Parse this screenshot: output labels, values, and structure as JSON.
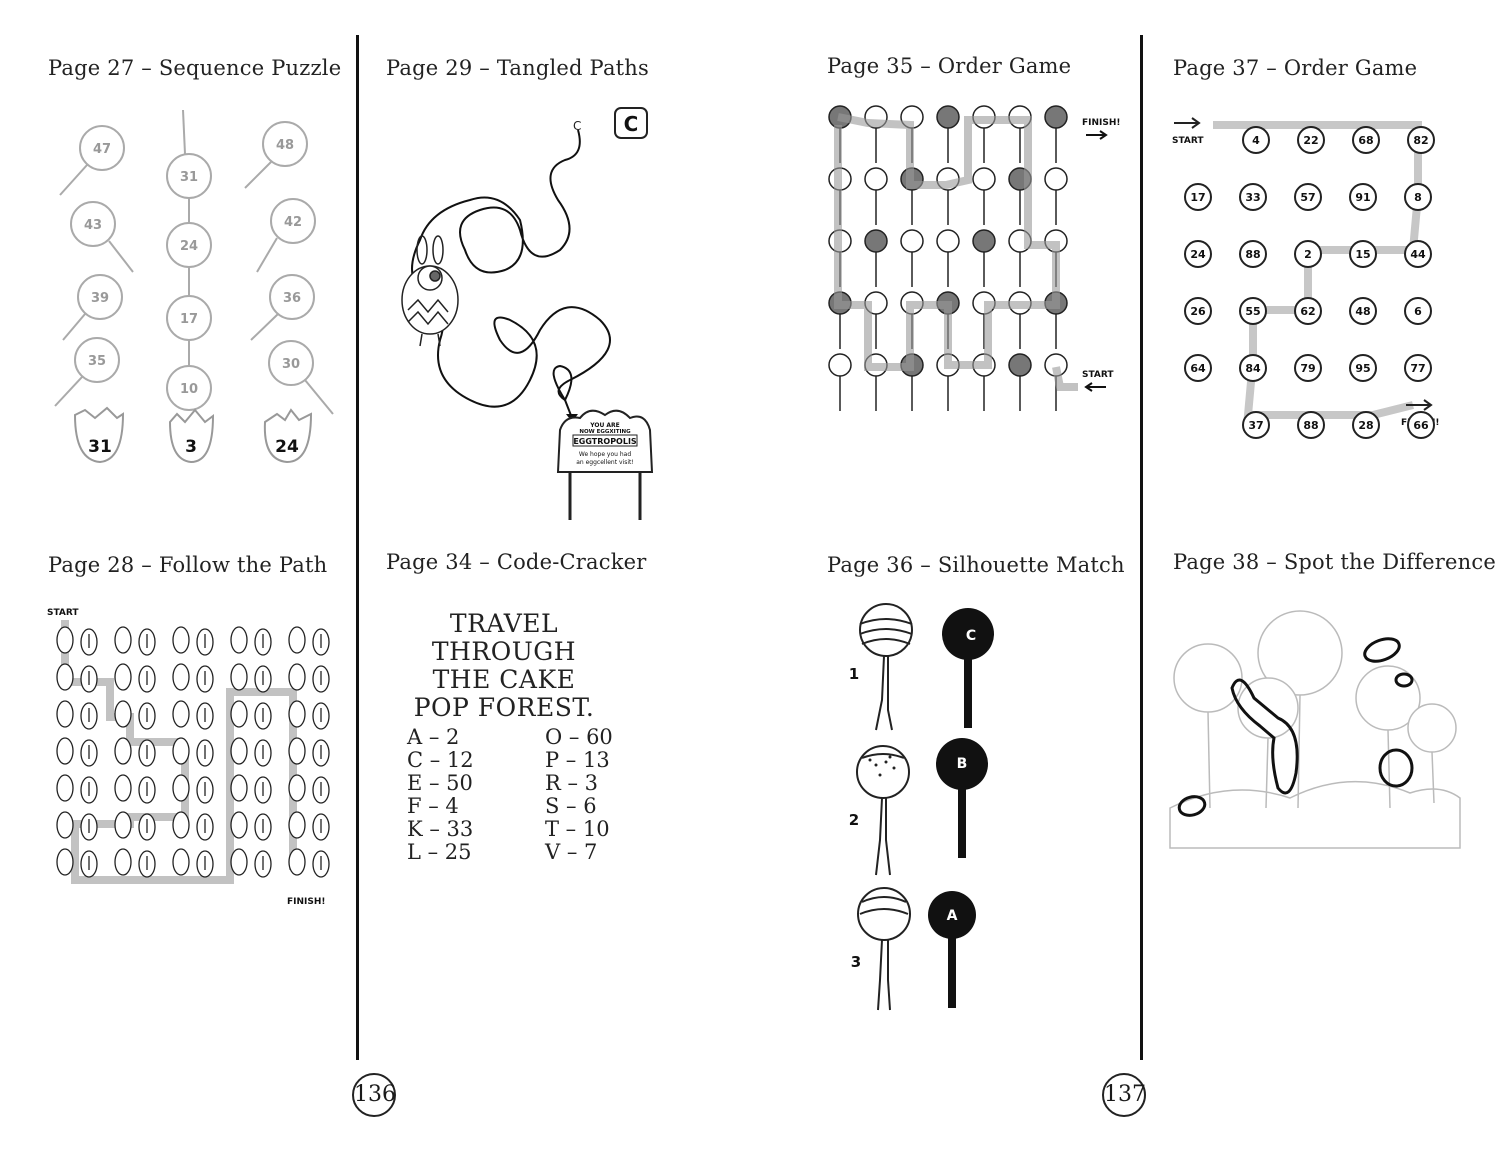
{
  "pages": {
    "left_number": "136",
    "right_number": "137"
  },
  "panels": {
    "p27": {
      "title": "Page 27 – Sequence Puzzle",
      "left_column": [
        "47",
        "43",
        "39",
        "35"
      ],
      "middle_column": [
        "31",
        "24",
        "17",
        "10"
      ],
      "right_column": [
        "48",
        "42",
        "36",
        "30"
      ],
      "eggs": [
        "31",
        "3",
        "24"
      ]
    },
    "p29": {
      "title": "Page 29 – Tangled Paths",
      "answer_letter": "C",
      "path_letter": "C",
      "sign_lines": [
        "YOU ARE",
        "NOW EGGXITING",
        "EGGTROPOLIS",
        "We hope you had",
        "an eggcellent visit!"
      ]
    },
    "p35": {
      "title": "Page 35 – Order Game",
      "finish_label": "FINISH!",
      "start_label": "START"
    },
    "p37": {
      "title": "Page 37 – Order Game",
      "start_label": "START",
      "finish_label": "FINISH!",
      "grid": [
        [
          "4",
          "22",
          "68",
          "82"
        ],
        [
          "17",
          "33",
          "57",
          "91",
          "8"
        ],
        [
          "24",
          "88",
          "2",
          "15",
          "44"
        ],
        [
          "26",
          "55",
          "62",
          "48",
          "6"
        ],
        [
          "64",
          "84",
          "79",
          "95",
          "77"
        ],
        [
          "37",
          "88",
          "28",
          "66"
        ]
      ]
    },
    "p28": {
      "title": "Page 28 – Follow the Path",
      "start_label": "START",
      "finish_label": "FINISH!"
    },
    "p34": {
      "title": "Page 34 – Code-Cracker",
      "message": [
        "TRAVEL THROUGH",
        "THE CAKE",
        "POP FOREST."
      ],
      "codes_left": [
        "A – 2",
        "C – 12",
        "E – 50",
        "F – 4",
        "K – 33",
        "L – 25"
      ],
      "codes_right": [
        "O – 60",
        "P – 13",
        "R – 3",
        "S – 6",
        "T – 10",
        "V – 7"
      ]
    },
    "p36": {
      "title": "Page 36 – Silhouette Match",
      "numbers": [
        "1",
        "2",
        "3"
      ],
      "letters": [
        "C",
        "B",
        "A"
      ]
    },
    "p38": {
      "title": "Page 38 – Spot the Difference"
    }
  }
}
